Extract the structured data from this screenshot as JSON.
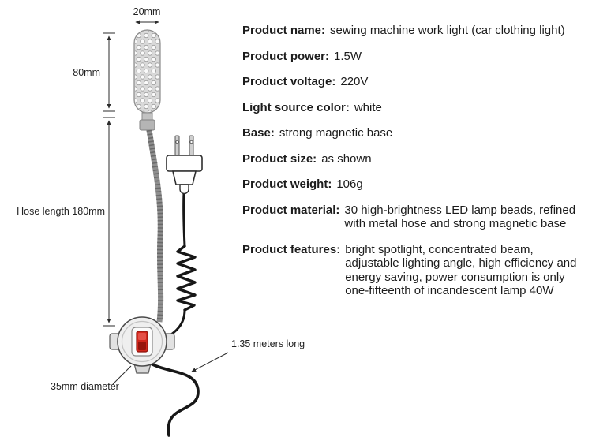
{
  "diagram": {
    "head_width_label": "20mm",
    "head_height_label": "80mm",
    "hose_length_label": "Hose length 180mm",
    "base_diameter_label": "35mm diameter",
    "cord_length_label": "1.35 meters long"
  },
  "specs": [
    {
      "label": "Product name:",
      "value": "sewing machine work light (car clothing light)"
    },
    {
      "label": "Product power:",
      "value": "1.5W"
    },
    {
      "label": "Product voltage:",
      "value": "220V"
    },
    {
      "label": "Light source color:",
      "value": "white"
    },
    {
      "label": "Base:",
      "value": "strong magnetic base"
    },
    {
      "label": "Product size:",
      "value": "as shown"
    },
    {
      "label": "Product weight:",
      "value": "106g"
    },
    {
      "label": "Product material:",
      "value": "30 high-brightness LED lamp beads, refined with metal hose and strong magnetic base"
    },
    {
      "label": "Product features:",
      "value": "bright spotlight, concentrated beam, adjustable lighting angle, high efficiency and energy saving, power consumption is only one-fifteenth of incandescent lamp 40W"
    }
  ],
  "colors": {
    "switch_red": "#d2261b",
    "line": "#2b2b2b",
    "cord_black": "#171717"
  }
}
